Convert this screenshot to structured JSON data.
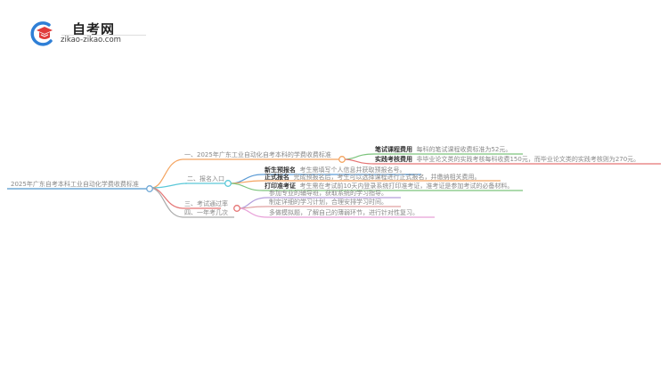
{
  "logo": {
    "title": "自考网",
    "url": "zikao-zikao.com",
    "colors": {
      "ring": "#2f7fd6",
      "cap": "#e03a3a"
    }
  },
  "mindmap": {
    "root": {
      "label": "2025年广东自考本科工业自动化学费收费标准",
      "color": "#6fa8d6"
    },
    "branches": [
      {
        "label": "一、2025年广东工业自动化自考本科的学费收费标准",
        "color": "#f4a460",
        "children": [
          {
            "title": "笔试课程费用",
            "text": "每科的笔试课程收费标准为52元。",
            "color": "#7cc47c"
          },
          {
            "title": "实践考核费用",
            "text": "非毕业论文类的实践考核每科收费150元，而毕业论文类的实践考核则为270元。",
            "color": "#e57373"
          }
        ]
      },
      {
        "label": "二、报名入口",
        "color": "#5bc8d8",
        "children": [
          {
            "title": "新生预报名",
            "text": "考生需填写个人信息并获取预报名号。",
            "color": "#5b9bd5"
          },
          {
            "title": "正式报名",
            "text": "完成预报名后，考生可以选择课程进行正式报名，并缴纳相关费用。",
            "color": "#f4a460"
          },
          {
            "title": "打印准考证",
            "text": "考生需在考试前10天内登录系统打印准考证，准考证是参加考试的必备材料。",
            "color": "#7cc47c"
          }
        ]
      },
      {
        "label": "三、考试通过率",
        "color": "#e57373",
        "children": [
          {
            "title": "",
            "text": "参加专业的辅导班，获取系统的学习指导。",
            "color": "#b39ddb"
          },
          {
            "title": "",
            "text": "制定详细的学习计划，合理安排学习时间。",
            "color": "#e0a0a0"
          },
          {
            "title": "",
            "text": "多做模拟题，了解自己的薄弱环节，进行针对性复习。",
            "color": "#e8a0d8"
          }
        ]
      },
      {
        "label": "四、一年考几次",
        "color": "#aaaaaa",
        "children": []
      }
    ]
  }
}
